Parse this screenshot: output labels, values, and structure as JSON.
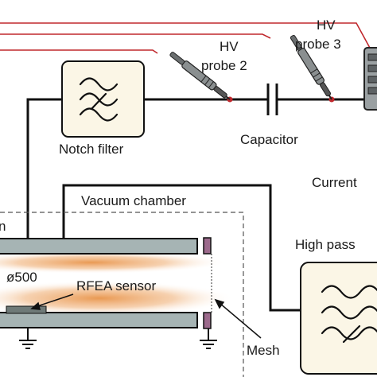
{
  "labels": {
    "hv_probe_2_line1": "HV",
    "hv_probe_2_line2": "probe 2",
    "hv_probe_3_line1": "HV",
    "hv_probe_3_line2": "probe 3",
    "notch_filter": "Notch filter",
    "capacitor": "Capacitor",
    "current": "Current",
    "vacuum_chamber": "Vacuum chamber",
    "high_pass": "High pass",
    "diameter": "ø500",
    "rfea_sensor": "RFEA sensor",
    "mesh": "Mesh",
    "left_cut": "n"
  },
  "colors": {
    "probe_wire": "#c0282d",
    "wire": "#111111",
    "electrode": "#a6b4b4",
    "mesh_block": "#9c6a8c",
    "sensor": "#6f7a78",
    "plasma": "#e8944a",
    "box_fill": "#fbf6e6"
  },
  "icons": {
    "filter_symbol": "wave-filter-icon",
    "ground": "ground-icon",
    "probe": "hv-probe-icon"
  }
}
